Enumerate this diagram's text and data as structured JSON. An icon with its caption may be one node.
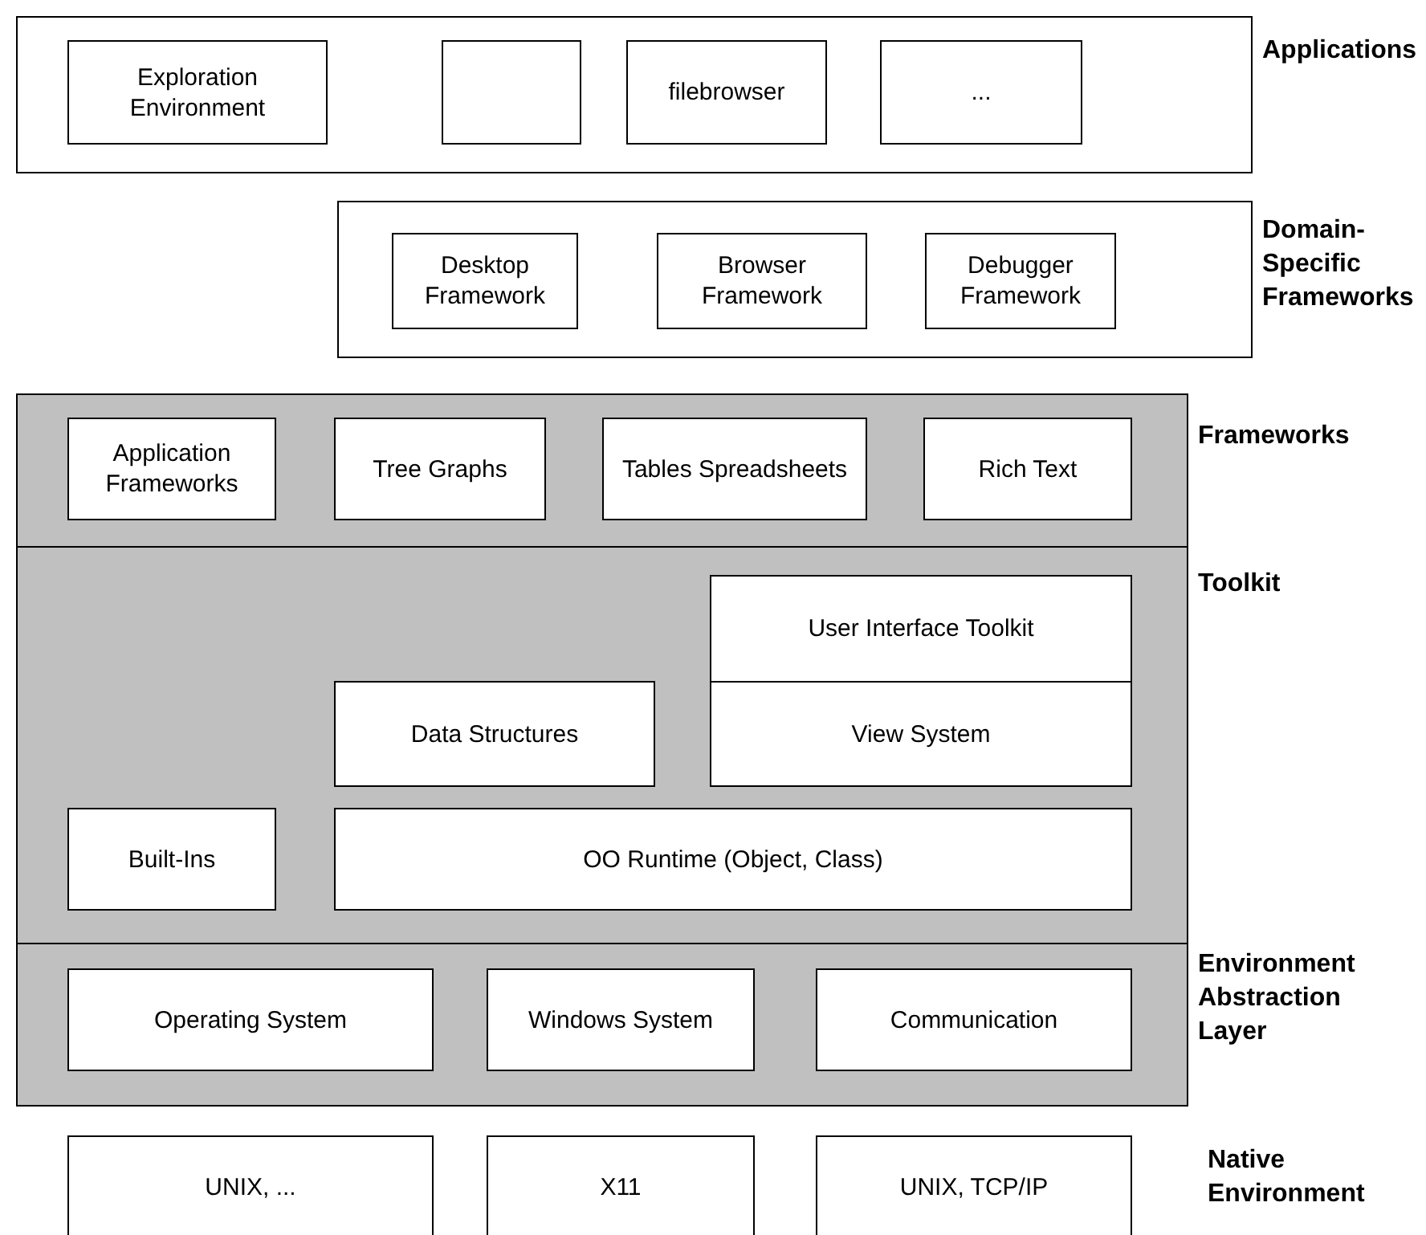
{
  "diagram": {
    "nodes": [
      {
        "text": [
          "Applications"
        ]
      },
      {
        "text": [
          "Exploration Environment"
        ],
        "in": 0
      },
      {
        "text": [],
        "shape": "box",
        "in": 0
      },
      {
        "text": [
          "filebrowser"
        ],
        "in": 0
      },
      {
        "text": [
          "..."
        ],
        "in": 0
      },
      {
        "text": [
          "Domain-Specific Frameworks"
        ]
      },
      {
        "text": [
          "Desktop Framework"
        ],
        "in": 5
      },
      {
        "text": [
          "Browser Framework"
        ],
        "in": 5
      },
      {
        "text": [
          "Debugger Framework"
        ],
        "in": 5
      },
      {
        "text": [
          "Frameworks"
        ]
      },
      {
        "text": [
          "Application Frameworks"
        ],
        "in": 9
      },
      {
        "text": [
          "Tree Graphs"
        ],
        "in": 9
      },
      {
        "text": [
          "Tables Spreadsheets"
        ],
        "in": 9
      },
      {
        "text": [
          "Rich Text"
        ],
        "in": 9
      },
      {
        "text": [
          "Toolkit"
        ]
      },
      {
        "text": [
          "User Interface Toolkit"
        ],
        "in": 14
      },
      {
        "text": [
          "Data Structures"
        ],
        "in": 14
      },
      {
        "text": [
          "View System"
        ],
        "in": 14
      },
      {
        "text": [
          "Built-Ins"
        ],
        "in": 14
      },
      {
        "text": [
          "OO Runtime (Object, Class)"
        ],
        "in": 14
      },
      {
        "text": [
          "Environment Abstraction Layer"
        ]
      },
      {
        "text": [
          "Operating System"
        ],
        "in": 20
      },
      {
        "text": [
          "Windows System"
        ],
        "in": 20
      },
      {
        "text": [
          "Communication"
        ],
        "in": 20
      },
      {
        "text": [
          "UNIX, ..."
        ]
      },
      {
        "text": [
          "X11"
        ]
      },
      {
        "text": [
          "UNIX, TCP/IP"
        ]
      }
    ],
    "edges": [],
    "labels": [
      "Native Environment"
    ]
  }
}
